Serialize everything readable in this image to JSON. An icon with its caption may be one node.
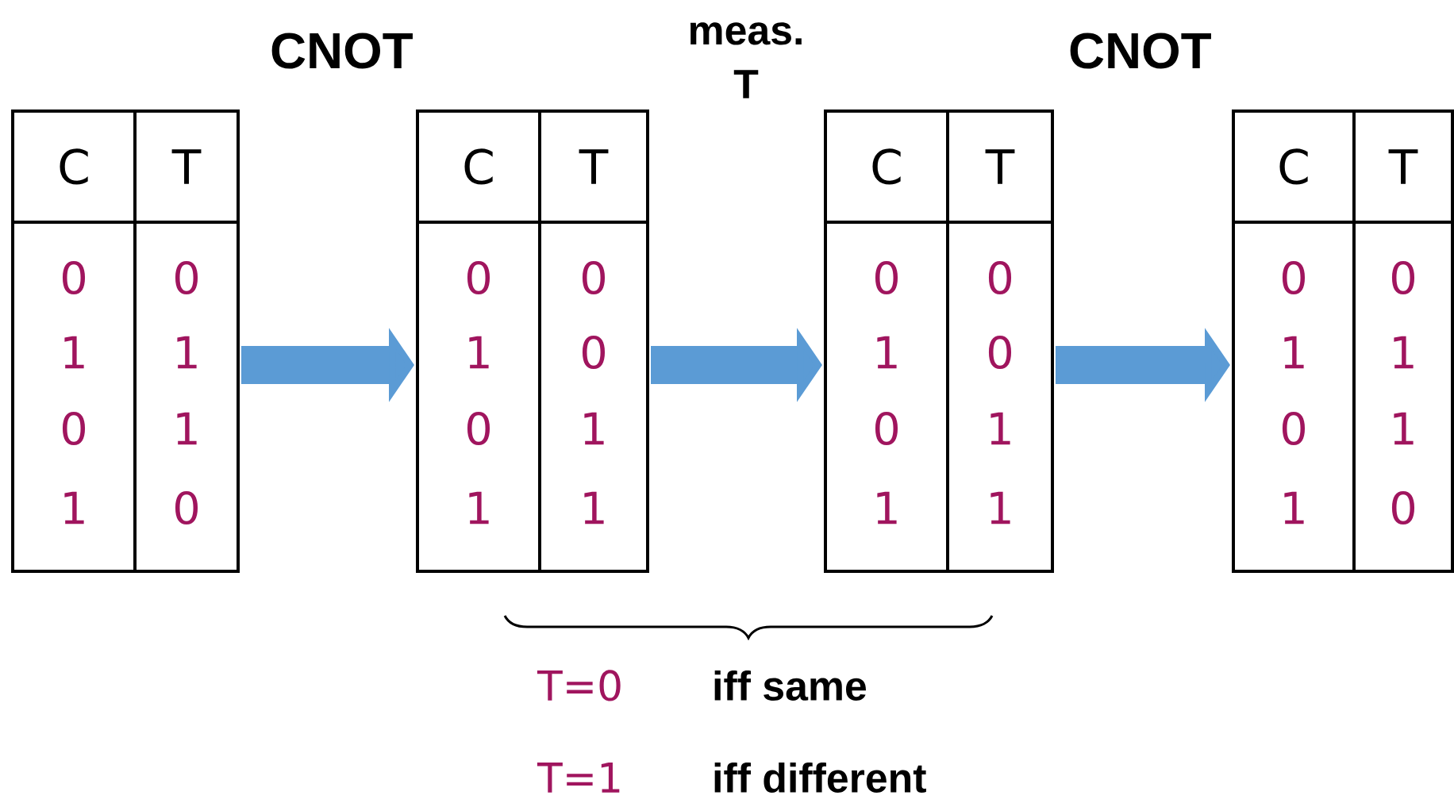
{
  "diagram": {
    "nodes": [
      {
        "text": [
          "C",
          "T",
          "0",
          "0",
          "1",
          "1",
          "0",
          "1",
          "1",
          "0"
        ]
      },
      {
        "text": [
          "C",
          "T",
          "0",
          "0",
          "1",
          "0",
          "0",
          "1",
          "1",
          "1"
        ]
      },
      {
        "text": [
          "C",
          "T",
          "0",
          "0",
          "1",
          "0",
          "0",
          "1",
          "1",
          "1"
        ]
      },
      {
        "text": [
          "C",
          "T",
          "0",
          "0",
          "1",
          "1",
          "0",
          "1",
          "1",
          "0"
        ]
      }
    ],
    "edges": [
      {
        "from": 0,
        "to": 1,
        "arrow": "to"
      },
      {
        "from": 1,
        "to": 2,
        "arrow": "to"
      },
      {
        "from": 2,
        "to": 3,
        "arrow": "to"
      }
    ],
    "labels": [
      "CNOT",
      "meas. T",
      "CNOT",
      "T=0",
      "iff same",
      "T=1",
      "iff different"
    ]
  }
}
